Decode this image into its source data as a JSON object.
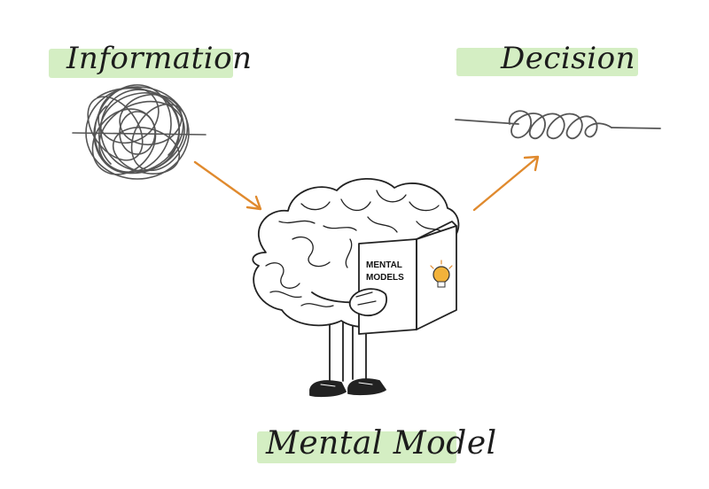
{
  "labels": {
    "information": "Information",
    "decision": "Decision",
    "mental_model": "Mental Model"
  },
  "book": {
    "line1": "MENTAL",
    "line2": "MODELS"
  },
  "colors": {
    "highlight": "#cdebb9",
    "arrow": "#e08a2e",
    "ink": "#1c1c1c",
    "bulb": "#f2b23a"
  },
  "icons": [
    "tangle-icon",
    "knot-line-icon",
    "brain-character-icon",
    "lightbulb-icon",
    "arrow-icon"
  ]
}
